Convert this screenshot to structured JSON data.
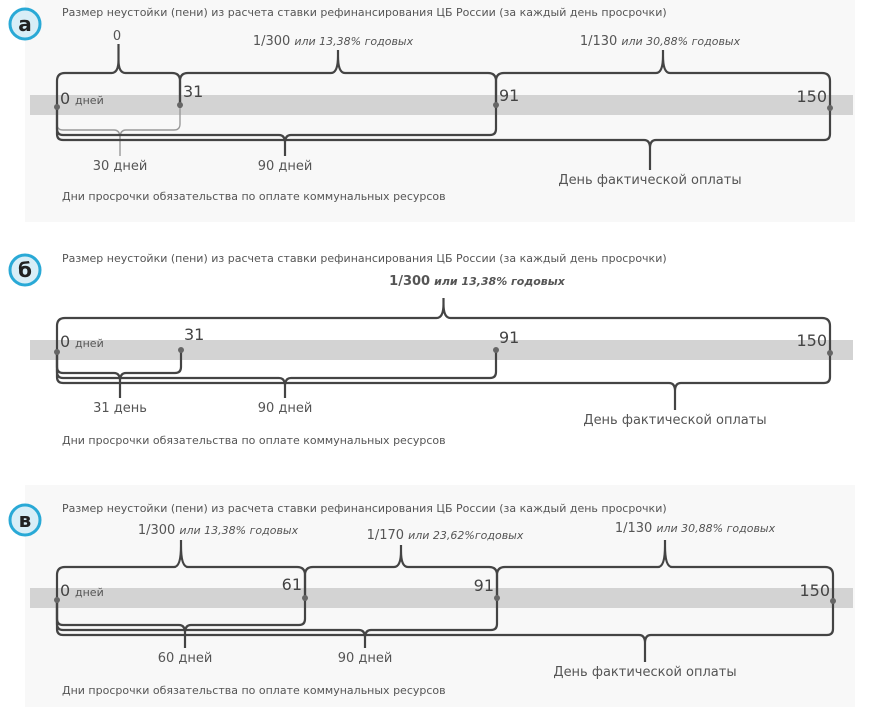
{
  "panels": [
    {
      "badge": "а",
      "title": "Размер неустойки (пени) из расчета ставки рефинансирования ЦБ России (за каждый день просрочки)",
      "ticks": [
        "0",
        "31",
        "91",
        "150"
      ],
      "tick_suffix": "дней",
      "top": [
        {
          "main": "0",
          "ital": ""
        },
        {
          "main": "1/300",
          "ital": "или 13,38% годовых"
        },
        {
          "main": "1/130",
          "ital": "или 30,88% годовых"
        }
      ],
      "bottom": [
        "30 дней",
        "90 дней",
        "День фактической оплаты"
      ],
      "footnote": "Дни просрочки обязательства по оплате коммунальных ресурсов"
    },
    {
      "badge": "б",
      "title": "Размер неустойки (пени) из расчета ставки рефинансирования ЦБ России (за каждый день просрочки)",
      "ticks": [
        "0",
        "31",
        "91",
        "150"
      ],
      "tick_suffix": "дней",
      "top": [
        {
          "main": "1/300",
          "ital": "или 13,38% годовых"
        }
      ],
      "bottom": [
        "31 день",
        "90 дней",
        "День фактической оплаты"
      ],
      "footnote": "Дни просрочки обязательства по оплате коммунальных ресурсов"
    },
    {
      "badge": "в",
      "title": "Размер неустойки (пени) из расчета ставки рефинансирования ЦБ России (за каждый день просрочки)",
      "ticks": [
        "0",
        "61",
        "91",
        "150"
      ],
      "tick_suffix": "дней",
      "top": [
        {
          "main": "1/300",
          "ital": "или 13,38% годовых"
        },
        {
          "main": "1/170",
          "ital": "или 23,62%годовых"
        },
        {
          "main": "1/130",
          "ital": "или 30,88% годовых"
        }
      ],
      "bottom": [
        "60 дней",
        "90 дней",
        "День фактической оплаты"
      ],
      "footnote": "Дни просрочки обязательства по оплате коммунальных ресурсов"
    }
  ],
  "colors": {
    "badge_ring": "#29a9d6",
    "badge_fill": "#d8eef7",
    "band": "#d3d3d3",
    "line": "#444444"
  }
}
